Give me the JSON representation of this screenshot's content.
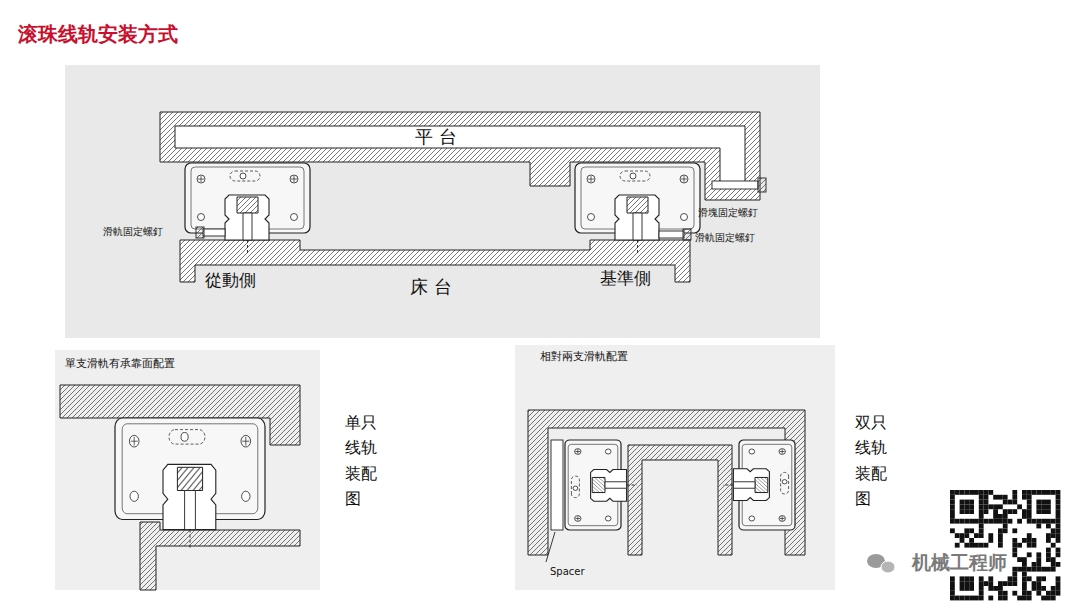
{
  "diagram": {
    "title": "滚珠线轨安装方式",
    "nodes": [
      {
        "text": [
          "平 台"
        ]
      },
      {
        "text": [
          "床 台"
        ]
      },
      {
        "text": [
          "單支滑軌有承靠面配置"
        ]
      },
      {
        "text": [
          "相對兩支滑軌配置"
        ]
      }
    ],
    "labels": [
      "從動側",
      "基準側",
      "滑軌固定螺釘",
      "滑塊固定螺釘",
      "滑軌固定螺釘",
      "单只线轨装配图",
      "双只线轨装配图",
      "Spacer",
      "机械工程师"
    ]
  }
}
